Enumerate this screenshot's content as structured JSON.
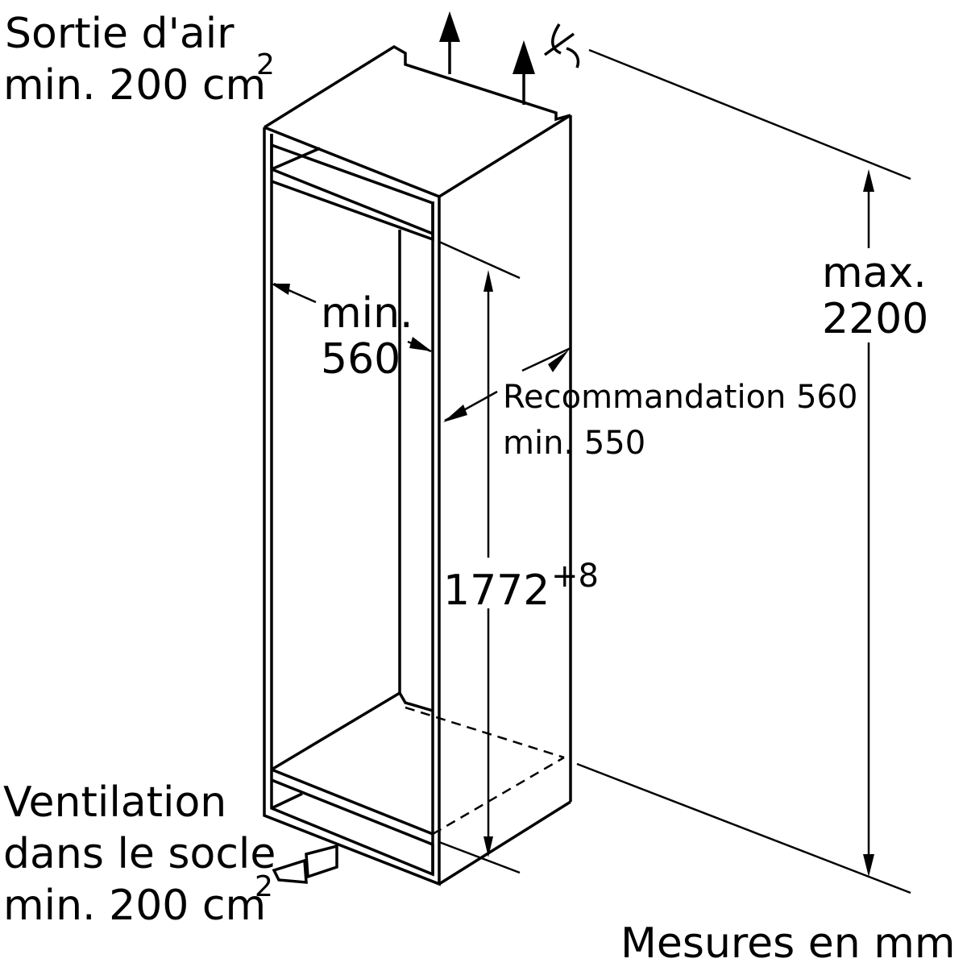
{
  "labels": {
    "air_outlet_line1": "Sortie d'air",
    "air_outlet_line2": "min. 200 cm",
    "air_outlet_exp": "2",
    "niche_width_line1": "min.",
    "niche_width_line2": "560",
    "depth_line1": "Recommandation 560",
    "depth_line2": "min. 550",
    "niche_height": "1772",
    "niche_height_tolerance": "+8",
    "max_height_line1": "max.",
    "max_height_line2": "2200",
    "plinth_line1": "Ventilation",
    "plinth_line2": "dans le socle",
    "plinth_line3": "min. 200 cm",
    "plinth_exp": "2",
    "units_note": "Mesures en mm"
  },
  "icons": {
    "air_arrow_1": "up-arrow-icon",
    "air_arrow_2": "up-arrow-icon",
    "plinth_arrow": "right-arrow-icon",
    "cut_symbol": "cut-symbol-icon"
  }
}
